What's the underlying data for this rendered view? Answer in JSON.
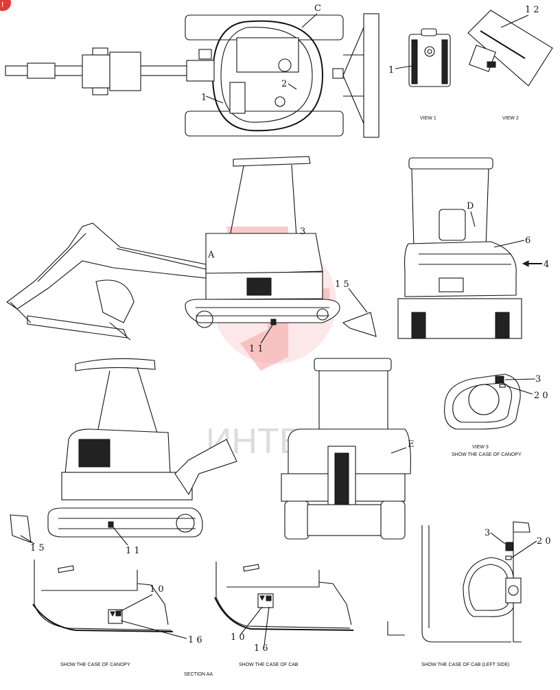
{
  "views": {
    "view1": "VIEW 1",
    "view2": "VIEW 2",
    "view3": "VIEW 3",
    "view3_sub": "SHOW THE CASE OF CANOPY",
    "canopy_case": "SHOW THE CASE OF CANOPY",
    "cab_case": "SHOW THE CASE OF CAB",
    "cab_left": "SHOW THE CASE OF CAB (LEFT SIDE)",
    "section": "SECTION AA"
  },
  "callouts": {
    "c": "C",
    "d": "D",
    "e": "E",
    "a": "A",
    "n1": "1",
    "n2": "2",
    "n3": "3",
    "n4": "4",
    "n6": "6",
    "n10": "1 0",
    "n11": "1 1",
    "n12": "1 2",
    "n15": "1 5",
    "n16": "1 6",
    "n20": "2 0"
  },
  "watermark": "ИНТЕХ",
  "corner_badge": "!"
}
